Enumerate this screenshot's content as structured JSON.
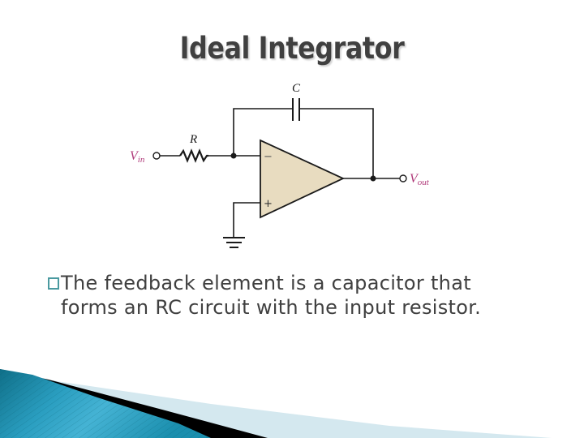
{
  "slide": {
    "title": "Ideal Integrator",
    "bullets": [
      {
        "marker_icon": "missing-glyph-box",
        "line1": "The feedback element is a capacitor that",
        "line2": "forms an RC circuit with the input resistor."
      }
    ]
  },
  "diagram": {
    "type": "op-amp integrator circuit",
    "labels": {
      "capacitor": "C",
      "resistor": "R",
      "input": "V",
      "input_sub": "in",
      "output": "V",
      "output_sub": "out",
      "inverting": "−",
      "non_inverting": "+"
    },
    "colors": {
      "opamp_fill": "#e8dcc0",
      "wire": "#1a1a1a",
      "terminal_label": "#b03a7a"
    }
  },
  "theme": {
    "text_color": "#404040",
    "bullet_color": "#4a9aa0",
    "swoosh_primary": "#1b8fae",
    "swoosh_light": "#d4e8ef",
    "swoosh_dark": "#000000"
  }
}
